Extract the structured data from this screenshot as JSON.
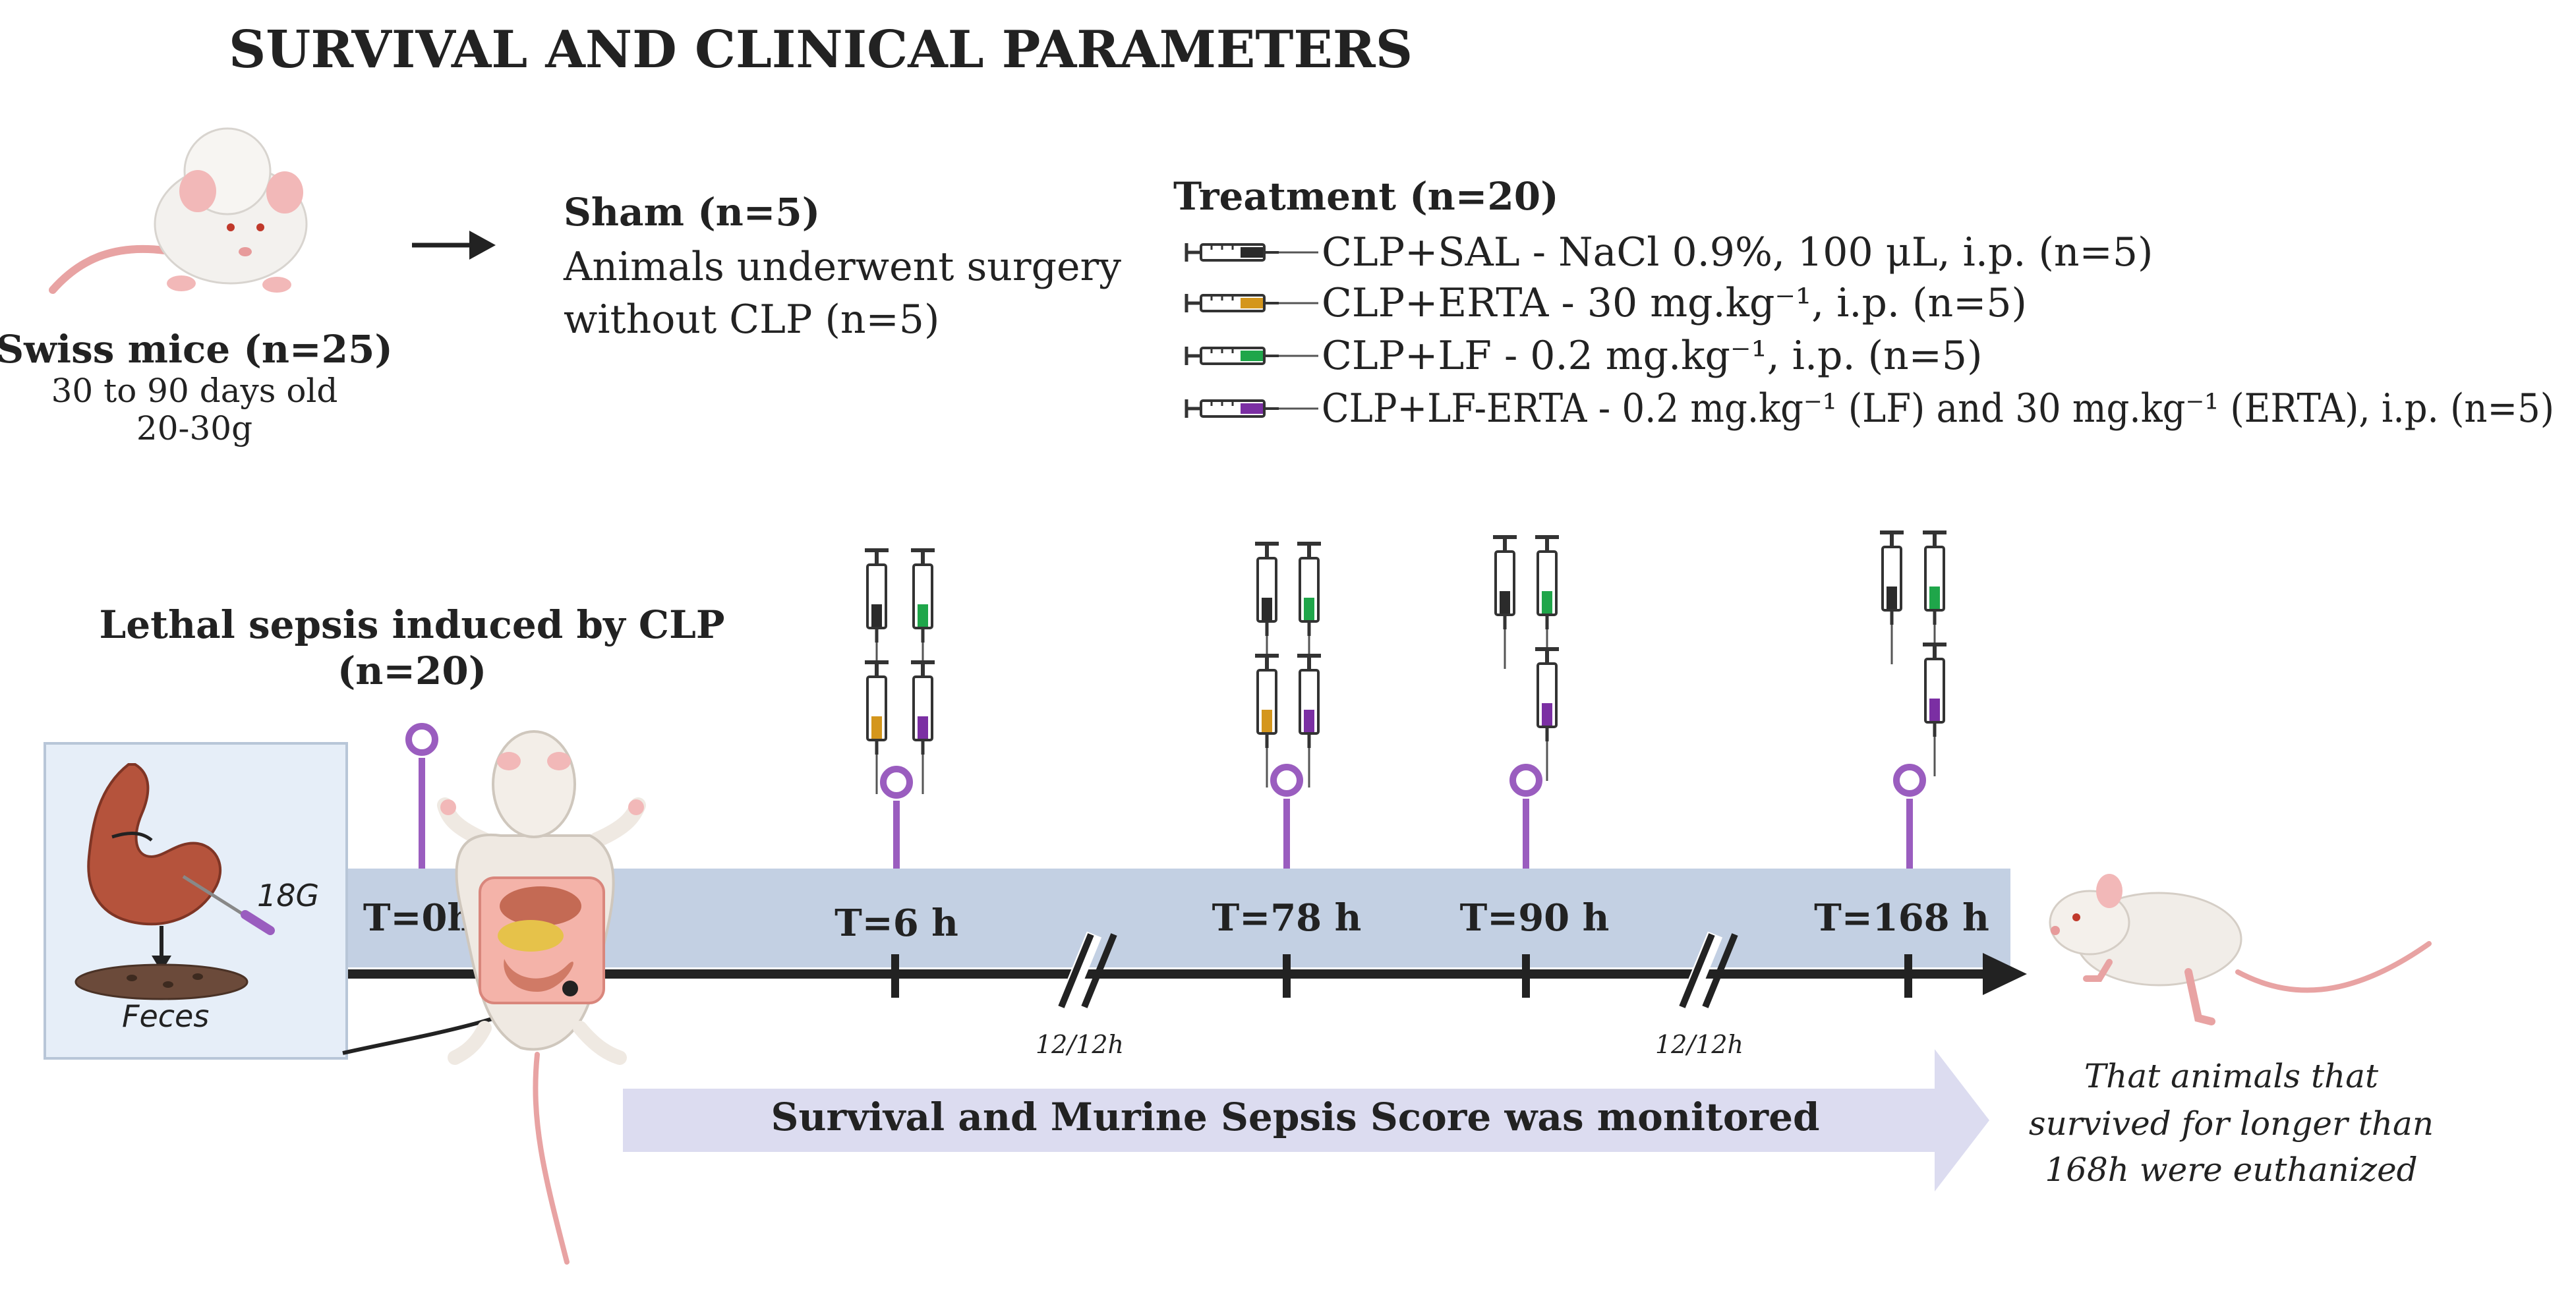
{
  "title": "SURVIVAL AND CLINICAL PARAMETERS",
  "mice": {
    "label": "Swiss mice (n=25)",
    "age": "30 to 90 days old",
    "weight": "20-30g"
  },
  "sham": {
    "heading": "Sham (n=5)",
    "line1": "Animals underwent surgery",
    "line2": "without CLP (n=5)"
  },
  "treatment": {
    "heading": "Treatment (n=20)",
    "items": [
      {
        "label": "CLP+SAL - NaCl 0.9%, 100 μL, i.p. (n=5)",
        "color": "#2b2b2b"
      },
      {
        "label": "CLP+ERTA - 30 mg.kg⁻¹, i.p. (n=5)",
        "color": "#d4961c"
      },
      {
        "label": "CLP+LF - 0.2 mg.kg⁻¹, i.p. (n=5)",
        "color": "#1fa64a"
      },
      {
        "label": "CLP+LF-ERTA - 0.2 mg.kg⁻¹ (LF) and 30 mg.kg⁻¹ (ERTA), i.p. (n=5)",
        "color": "#7b2fa3"
      }
    ]
  },
  "sepsis": {
    "line1": "Lethal sepsis induced by CLP",
    "line2": "(n=20)"
  },
  "surgery": {
    "needle": "18G",
    "feces": "Feces"
  },
  "timepoints": [
    "T=0h",
    "T=6 h",
    "T=78 h",
    "T=90 h",
    "T=168 h"
  ],
  "breaks": [
    "12/12h",
    "12/12h"
  ],
  "monitor_label": "Survival and Murine Sepsis Score was monitored",
  "euthanized": {
    "line1": "That animals that",
    "line2": "survived for longer than",
    "line3": "168h were euthanized"
  },
  "colors": {
    "timeline_band": "#c3d0e3",
    "marker": "#9a5dbf",
    "monitor_arrow": "#dcdcf0",
    "inset_bg": "#e6eef8",
    "saline": "#2b2b2b",
    "erta": "#d4961c",
    "lf": "#1fa64a",
    "lf_erta": "#7b2fa3"
  }
}
